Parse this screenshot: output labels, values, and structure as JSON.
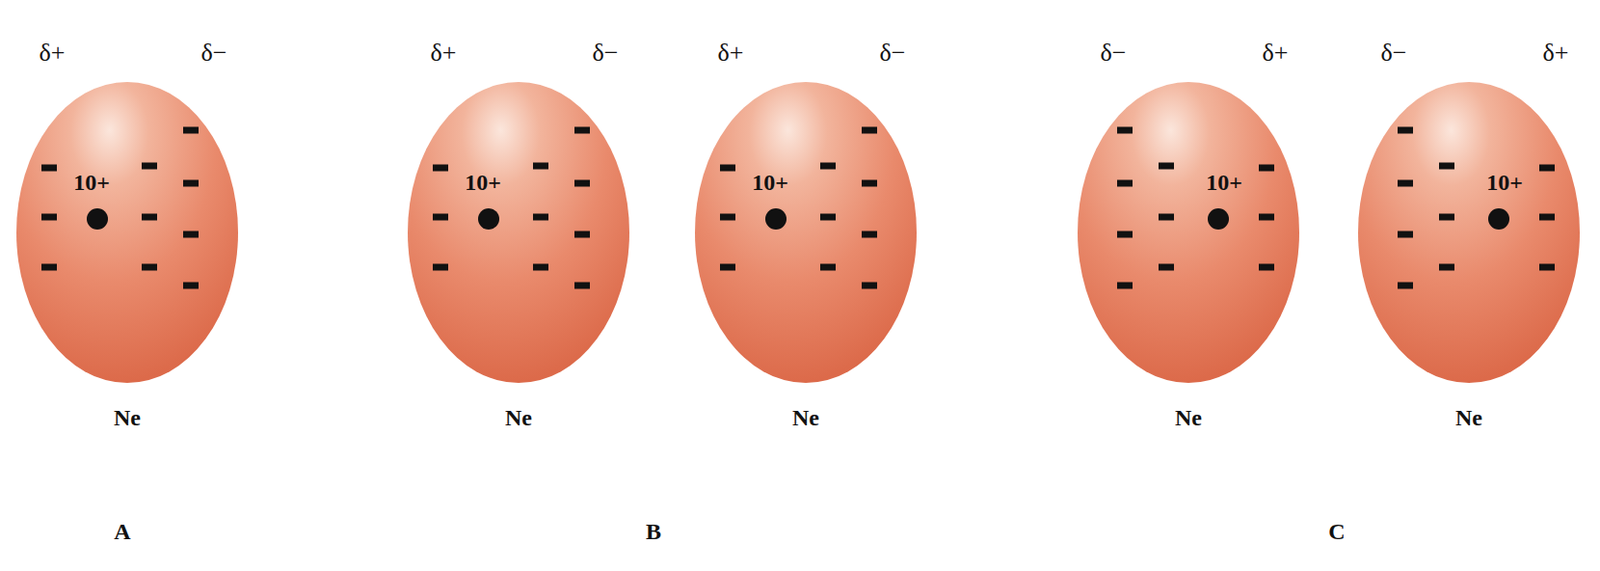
{
  "diagram": {
    "nodes": [
      {
        "text": [
          "δ+",
          "δ−",
          "10+",
          "Ne"
        ]
      },
      {
        "text": [
          "δ+",
          "δ−",
          "10+",
          "Ne"
        ]
      },
      {
        "text": [
          "δ+",
          "δ−",
          "10+",
          "Ne"
        ]
      },
      {
        "text": [
          "δ−",
          "δ+",
          "10+",
          "Ne"
        ]
      },
      {
        "text": [
          "δ−",
          "δ+",
          "10+",
          "Ne"
        ]
      }
    ],
    "labels": [
      "A",
      "B",
      "C"
    ]
  }
}
